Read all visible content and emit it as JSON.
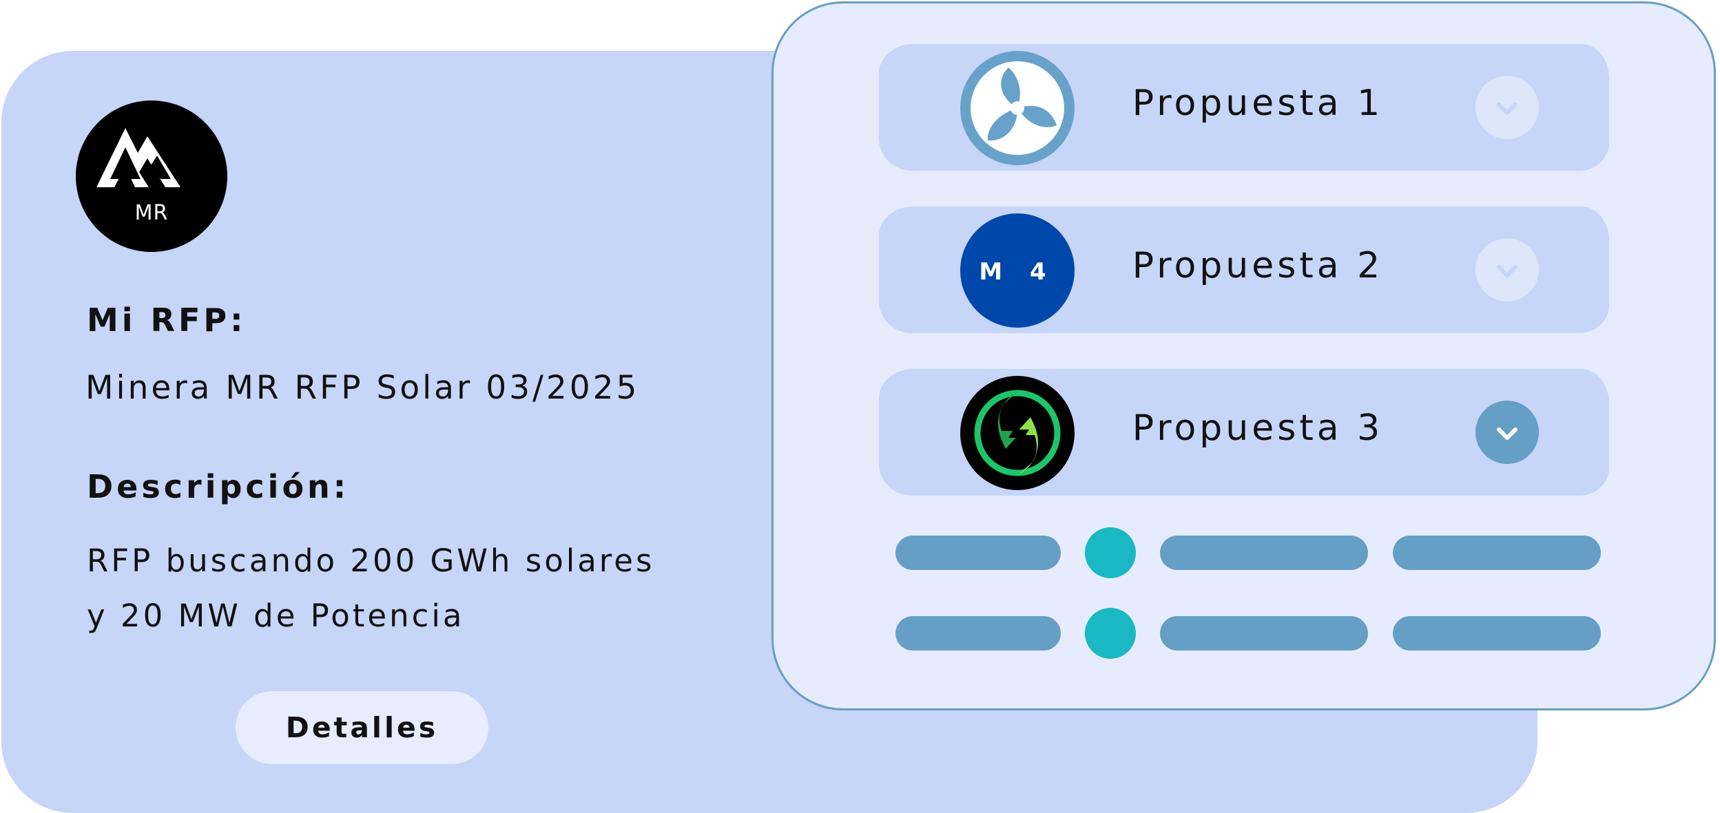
{
  "rfp_card": {
    "logo_text": "MR",
    "my_rfp_label": "Mi RFP:",
    "rfp_name": "Minera MR RFP Solar 03/2025",
    "description_label": "Descripción:",
    "description_lines": [
      "RFP buscando 200 GWh solares",
      "y 20 MW de Potencia"
    ],
    "details_button": "Detalles"
  },
  "proposals": [
    {
      "label": "Propuesta 1",
      "logo_icon": "wind-turbine-logo-icon",
      "expanded": false
    },
    {
      "label": "Propuesta 2",
      "logo_icon": "m4-logo-icon",
      "logo_text": "M 4",
      "expanded": false
    },
    {
      "label": "Propuesta 3",
      "logo_icon": "energy-bolt-logo-icon",
      "expanded": true
    }
  ],
  "colors": {
    "card_background": "#c6d5f8",
    "panel_background": "#e6ecfe",
    "panel_border": "#6a9ec4",
    "bar_color": "#659fc6",
    "dot_color": "#19b8c2",
    "m4_blue": "#0047ab"
  }
}
